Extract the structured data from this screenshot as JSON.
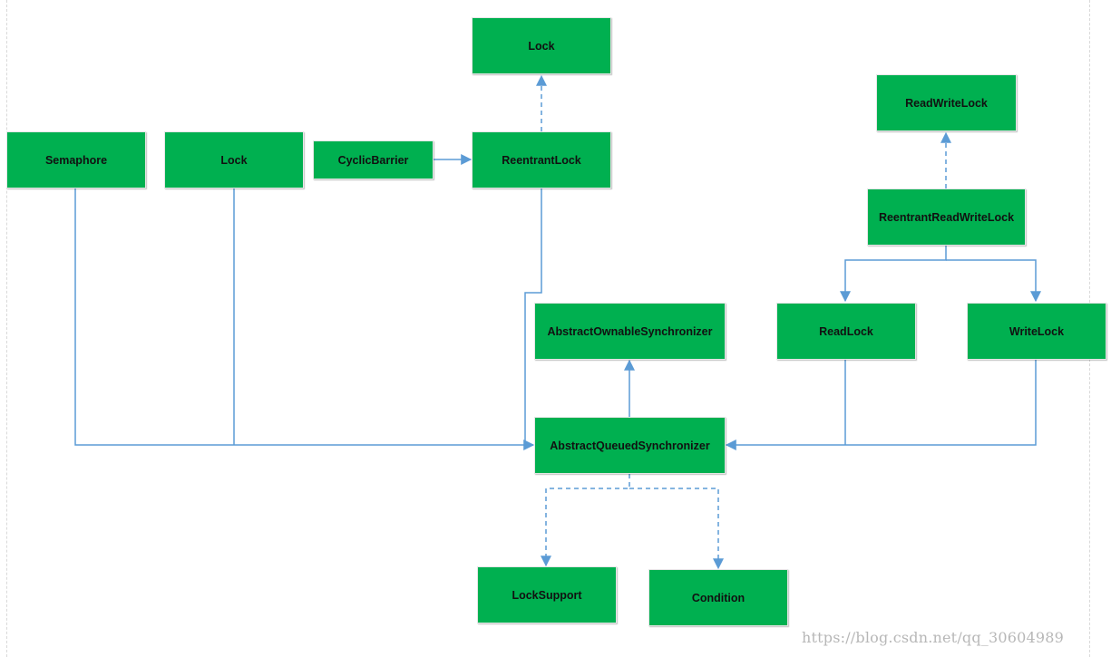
{
  "diagram": {
    "nodes": {
      "lock_top": "Lock",
      "readwritelock": "ReadWriteLock",
      "semaphore": "Semaphore",
      "lock": "Lock",
      "cyclicbarrier": "CyclicBarrier",
      "reentrantlock": "ReentrantLock",
      "reentrantreadwritelock": "ReentrantReadWriteLock",
      "abstractownablesynchronizer": "AbstractOwnableSynchronizer",
      "readlock": "ReadLock",
      "writelock": "WriteLock",
      "abstractqueuedsynchronizer": "AbstractQueuedSynchronizer",
      "locksupport": "LockSupport",
      "condition": "Condition"
    },
    "colors": {
      "node_fill": "#00b050",
      "edge": "#5b9bd5"
    }
  },
  "watermark": "https://blog.csdn.net/qq_30604989"
}
